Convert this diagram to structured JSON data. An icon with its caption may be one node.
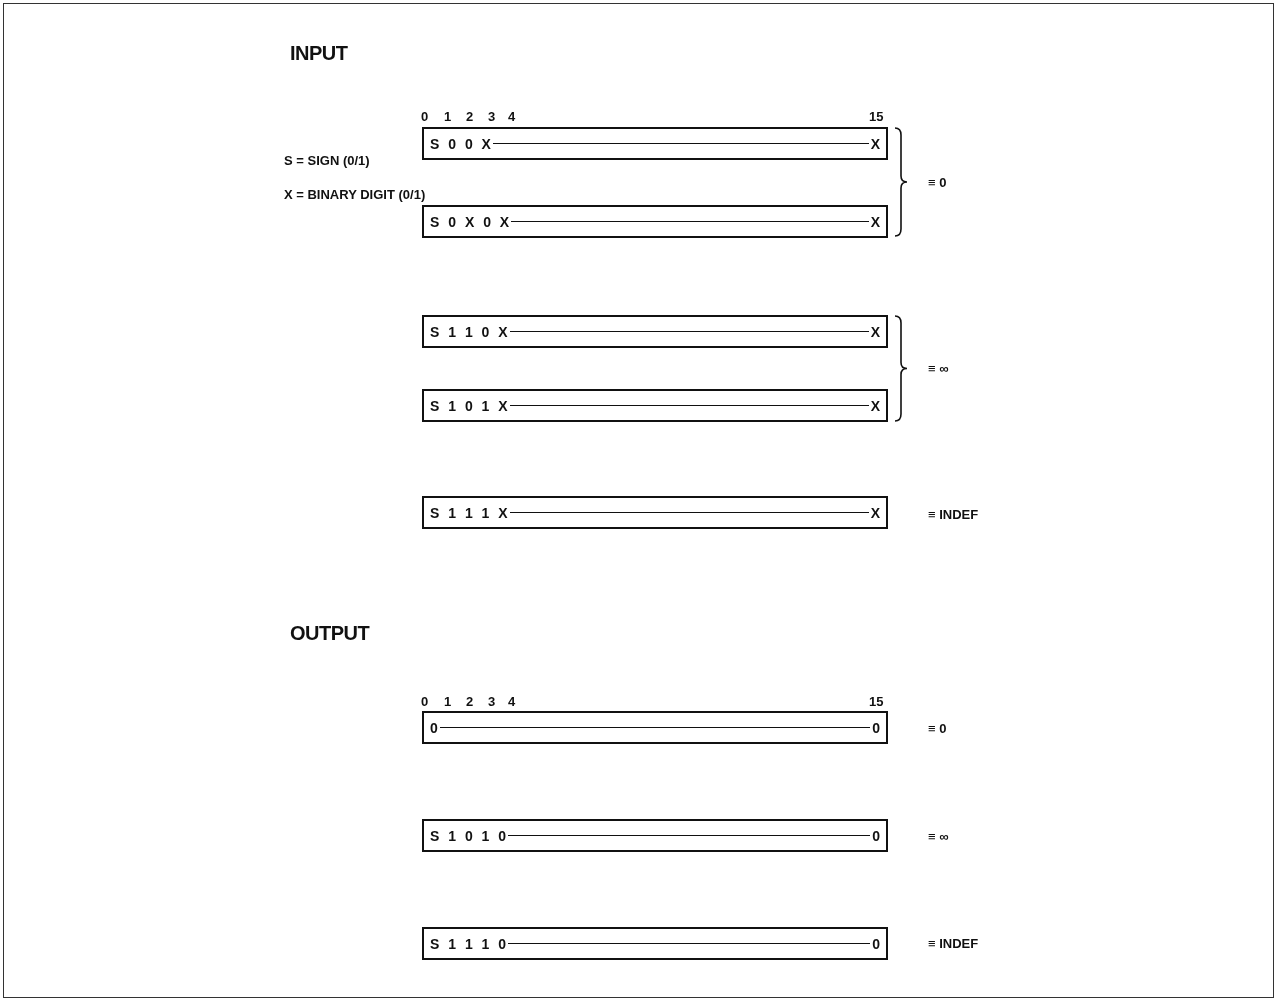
{
  "diagram": {
    "nodes": [
      {
        "text": [
          "S 0 0 X",
          "X"
        ]
      },
      {
        "text": [
          "S 0 X 0 X",
          "X"
        ]
      },
      {
        "text": [
          "S 1 1 0 X",
          "X"
        ]
      },
      {
        "text": [
          "S 1 0 1 X",
          "X"
        ]
      },
      {
        "text": [
          "S 1 1 1 X",
          "X"
        ]
      },
      {
        "text": [
          "0",
          "0"
        ]
      },
      {
        "text": [
          "S 1 0 1 0",
          "0"
        ]
      },
      {
        "text": [
          "S 1 1 1 0",
          "0"
        ]
      }
    ],
    "labels": [
      "INPUT",
      "0",
      "1",
      "2",
      "3",
      "4",
      "15",
      "S = SIGN (0/1)",
      "X = BINARY DIGIT (0/1)",
      "≡ 0",
      "≡ ∞",
      "≡ INDEF",
      "OUTPUT",
      "0",
      "1",
      "2",
      "3",
      "4",
      "15",
      "≡ 0",
      "≡ ∞",
      "≡ INDEF"
    ]
  }
}
